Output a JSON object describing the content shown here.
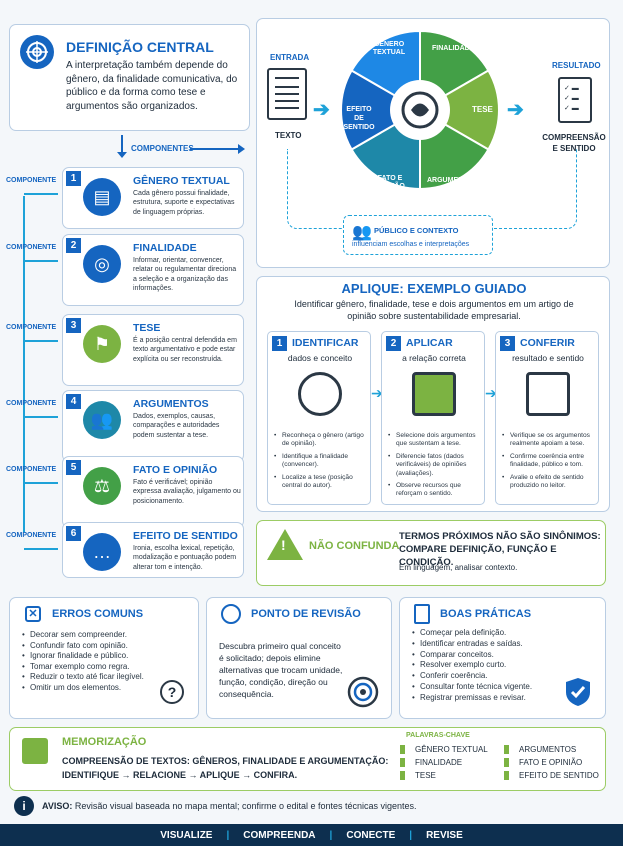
{
  "def": {
    "title": "DEFINIÇÃO CENTRAL",
    "text": "A interpretação também depende do gênero, da finalidade comunicativa, do público e da forma como tese e argumentos são organizados."
  },
  "componentes": "COMPONENTES",
  "side_label": "COMPONENTE",
  "items": [
    {
      "num": "1",
      "title": "GÊNERO TEXTUAL",
      "text": "Cada gênero possui finalidade, estrutura, suporte e expectativas de linguagem próprias.",
      "color": "#1565c0",
      "icon": "document-icon"
    },
    {
      "num": "2",
      "title": "FINALIDADE",
      "text": "Informar, orientar, convencer, relatar ou regulamentar direciona a seleção e a organização das informações.",
      "color": "#1565c0",
      "icon": "target-icon"
    },
    {
      "num": "3",
      "title": "TESE",
      "text": "É a posição central defendida em texto argumentativo e pode estar explícita ou ser reconstruída.",
      "color": "#7cb342",
      "icon": "flag-icon"
    },
    {
      "num": "4",
      "title": "ARGUMENTOS",
      "text": "Dados, exemplos, causas, comparações e autoridades podem sustentar a tese.",
      "color": "#1e88a8",
      "icon": "group-icon"
    },
    {
      "num": "5",
      "title": "FATO E OPINIÃO",
      "text": "Fato é verificável; opinião expressa avaliação, julgamento ou posicionamento.",
      "color": "#43a047",
      "icon": "scale-icon"
    },
    {
      "num": "6",
      "title": "EFEITO DE SENTIDO",
      "text": "Ironia, escolha lexical, repetição, modalização e pontuação podem alterar tom e intenção.",
      "color": "#1565c0",
      "icon": "speech-icon"
    }
  ],
  "diagram": {
    "entrada": "ENTRADA",
    "texto": "TEXTO",
    "resultado": "RESULTADO",
    "compreensao": "COMPREENSÃO E SENTIDO",
    "genero": "GÊNERO TEXTUAL",
    "finalidade": "FINALIDADE",
    "efeito": "EFEITO DE SENTIDO",
    "tese": "TESE",
    "fato": "FATO E OPINIÃO",
    "argumentos": "ARGUMENTOS",
    "publico_title": "PÚBLICO E CONTEXTO",
    "publico_text": "influenciam escolhas e interpretações"
  },
  "aplique": {
    "title": "APLIQUE: EXEMPLO GUIADO",
    "subtitle": "Identificar gênero, finalidade, tese e dois argumentos em um artigo de opinião sobre sustentabilidade empresarial.",
    "steps": [
      {
        "num": "1",
        "title": "IDENTIFICAR",
        "sub": "dados e conceito",
        "bullets": [
          "Reconheça o gênero (artigo de opinião).",
          "Identifique a finalidade (convencer).",
          "Localize a tese (posição central do autor)."
        ]
      },
      {
        "num": "2",
        "title": "APLICAR",
        "sub": "a relação correta",
        "bullets": [
          "Selecione dois argumentos que sustentam a tese.",
          "Diferencie fatos (dados verificáveis) de opiniões (avaliações).",
          "Observe recursos que reforçam o sentido."
        ]
      },
      {
        "num": "3",
        "title": "CONFERIR",
        "sub": "resultado e sentido",
        "bullets": [
          "Verifique se os argumentos realmente apoiam a tese.",
          "Confirme coerência entre finalidade, público e tom.",
          "Avalie o efeito de sentido produzido no leitor."
        ]
      }
    ]
  },
  "nao": {
    "label": "NÃO CONFUNDA",
    "title": "TERMOS PRÓXIMOS NÃO SÃO SINÔNIMOS: COMPARE DEFINIÇÃO, FUNÇÃO E CONDIÇÃO.",
    "text": "Em linguagem, analisar contexto."
  },
  "erros": {
    "title": "ERROS COMUNS",
    "items": [
      "Decorar sem compreender.",
      "Confundir fato com opinião.",
      "Ignorar finalidade e público.",
      "Tomar exemplo como regra.",
      "Reduzir o texto até ficar ilegível.",
      "Omitir um dos elementos."
    ]
  },
  "revisao": {
    "title": "PONTO DE REVISÃO",
    "text": "Descubra primeiro qual conceito é solicitado; depois elimine alternativas que trocam unidade, função, condição, direção ou consequência."
  },
  "boas": {
    "title": "BOAS PRÁTICAS",
    "items": [
      "Começar pela definição.",
      "Identificar entradas e saídas.",
      "Comparar conceitos.",
      "Resolver exemplo curto.",
      "Conferir coerência.",
      "Consultar fonte técnica vigente.",
      "Registrar premissas e revisar."
    ]
  },
  "memo": {
    "title": "MEMORIZAÇÃO",
    "line1": "COMPREENSÃO DE TEXTOS: GÊNEROS, FINALIDADE E ARGUMENTAÇÃO:",
    "line2": "IDENTIFIQUE → RELACIONE → APLIQUE → CONFIRA.",
    "kw_title": "PALAVRAS-CHAVE",
    "keywords": [
      "GÊNERO TEXTUAL",
      "ARGUMENTOS",
      "FINALIDADE",
      "FATO E OPINIÃO",
      "TESE",
      "EFEITO DE SENTIDO"
    ]
  },
  "aviso": {
    "label": "AVISO:",
    "text": "Revisão visual baseada no mapa mental; confirme o edital e fontes técnicas vigentes."
  },
  "footer": [
    "VISUALIZE",
    "|",
    "COMPREENDA",
    "|",
    "CONECTE",
    "|",
    "REVISE"
  ]
}
